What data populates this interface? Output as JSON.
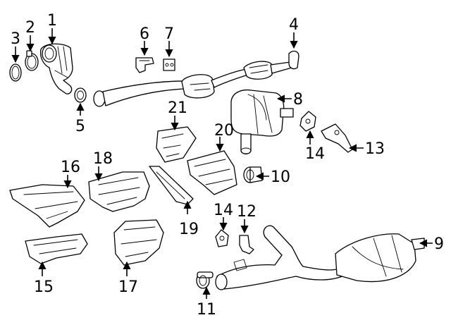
{
  "diagram": {
    "callouts": [
      {
        "label": "1"
      },
      {
        "label": "2"
      },
      {
        "label": "3"
      },
      {
        "label": "4"
      },
      {
        "label": "5"
      },
      {
        "label": "6"
      },
      {
        "label": "7"
      },
      {
        "label": "8"
      },
      {
        "label": "9"
      },
      {
        "label": "10"
      },
      {
        "label": "11"
      },
      {
        "label": "12"
      },
      {
        "label": "13"
      },
      {
        "label": "14"
      },
      {
        "label": "14"
      },
      {
        "label": "15"
      },
      {
        "label": "16"
      },
      {
        "label": "17"
      },
      {
        "label": "18"
      },
      {
        "label": "19"
      },
      {
        "label": "20"
      },
      {
        "label": "21"
      }
    ]
  }
}
